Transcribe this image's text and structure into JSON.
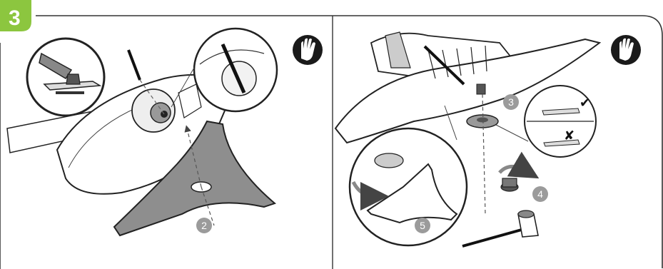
{
  "step": {
    "number": "3",
    "badge_color": "#8cc63f"
  },
  "left_panel": {
    "glove_icon": "glove-icon",
    "callouts": [
      "2"
    ]
  },
  "right_panel": {
    "glove_icon": "glove-icon",
    "callouts": [
      "3",
      "4",
      "5"
    ],
    "check_mark": "✔",
    "cross_mark": "✘"
  },
  "colors": {
    "callout_bg": "#9b9b9b",
    "blade_fill": "#8e8e8e",
    "outline": "#222222",
    "frame": "#333333"
  }
}
